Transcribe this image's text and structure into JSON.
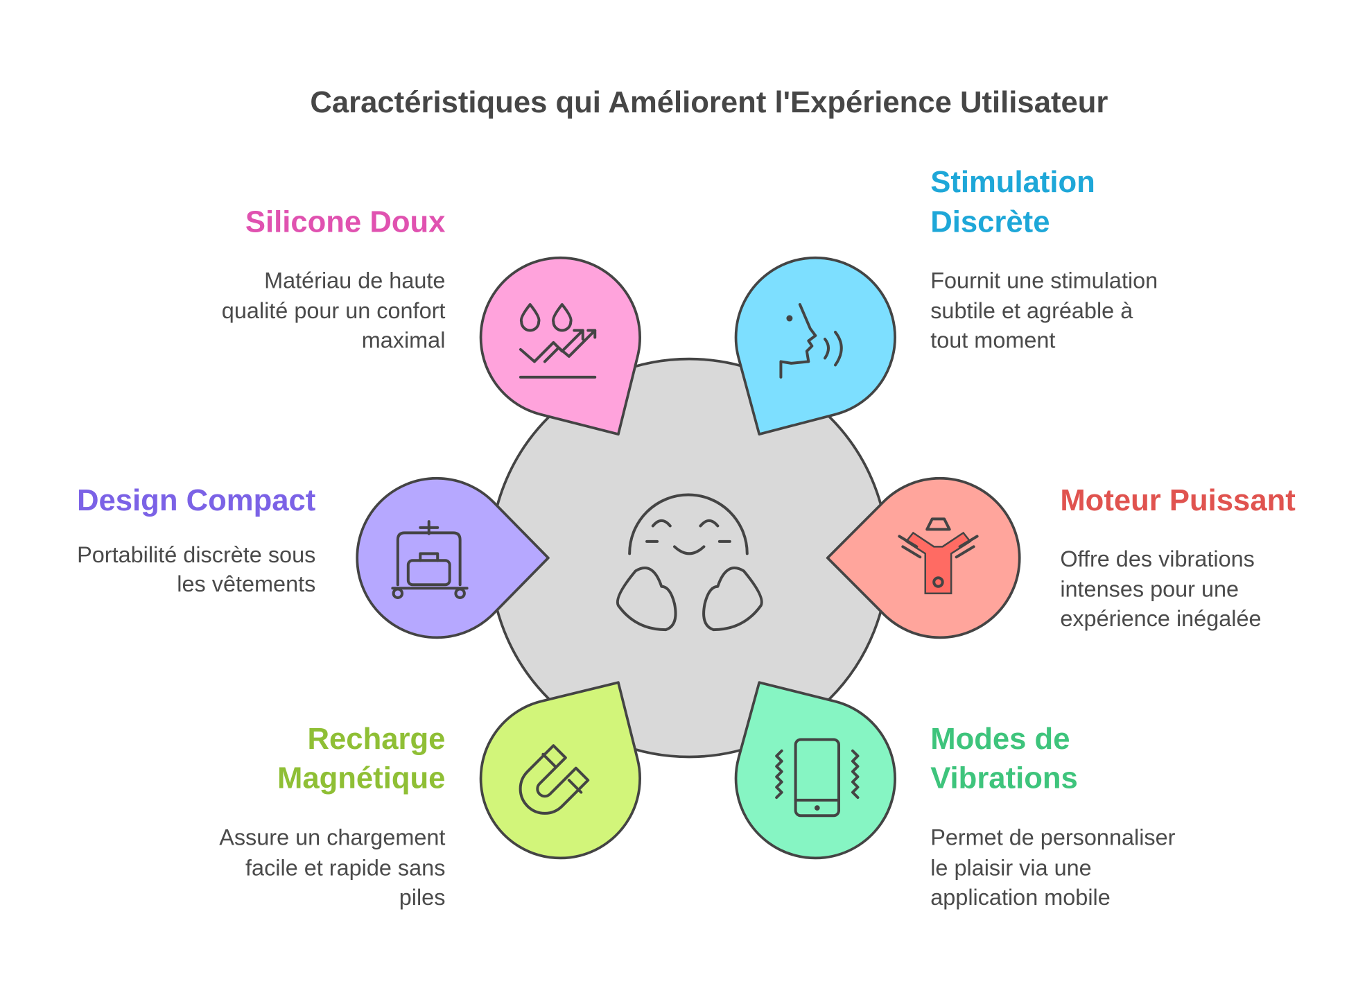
{
  "title": "Caractéristiques qui Améliorent l'Expérience Utilisateur",
  "colors": {
    "outline": "#444444",
    "center": "#d9d9d9"
  },
  "features": [
    {
      "id": "silicone",
      "title": [
        "Silicone Doux"
      ],
      "desc": [
        "Matériau de haute",
        "qualité pour un confort",
        "maximal"
      ],
      "color": "#e052b0",
      "fill": "#ffa3dc",
      "icon": "water-drops-growth-icon"
    },
    {
      "id": "stimulation",
      "title": [
        "Stimulation",
        "Discrète"
      ],
      "desc": [
        "Fournit une stimulation",
        "subtile et agréable à",
        "tout moment"
      ],
      "color": "#1ea7d8",
      "fill": "#7ddfff",
      "icon": "whisper-face-icon"
    },
    {
      "id": "design",
      "title": [
        "Design Compact"
      ],
      "desc": [
        "Portabilité discrète sous",
        "les vêtements"
      ],
      "color": "#7b62e6",
      "fill": "#b6a8ff",
      "icon": "luggage-cart-icon"
    },
    {
      "id": "moteur",
      "title": [
        "Moteur Puissant"
      ],
      "desc": [
        "Offre des vibrations",
        "intenses pour une",
        "expérience inégalée"
      ],
      "color": "#e0534f",
      "fill": "#ffa59c",
      "icon": "engine-icon"
    },
    {
      "id": "recharge",
      "title": [
        "Recharge",
        "Magnétique"
      ],
      "desc": [
        "Assure un chargement",
        "facile et rapide sans",
        "piles"
      ],
      "color": "#8fbf35",
      "fill": "#d2f57a",
      "icon": "magnet-icon"
    },
    {
      "id": "modes",
      "title": [
        "Modes de",
        "Vibrations"
      ],
      "desc": [
        "Permet de personnaliser",
        "le plaisir via une",
        "application mobile"
      ],
      "color": "#3ec47c",
      "fill": "#86f5c3",
      "icon": "vibrating-phone-icon"
    }
  ]
}
